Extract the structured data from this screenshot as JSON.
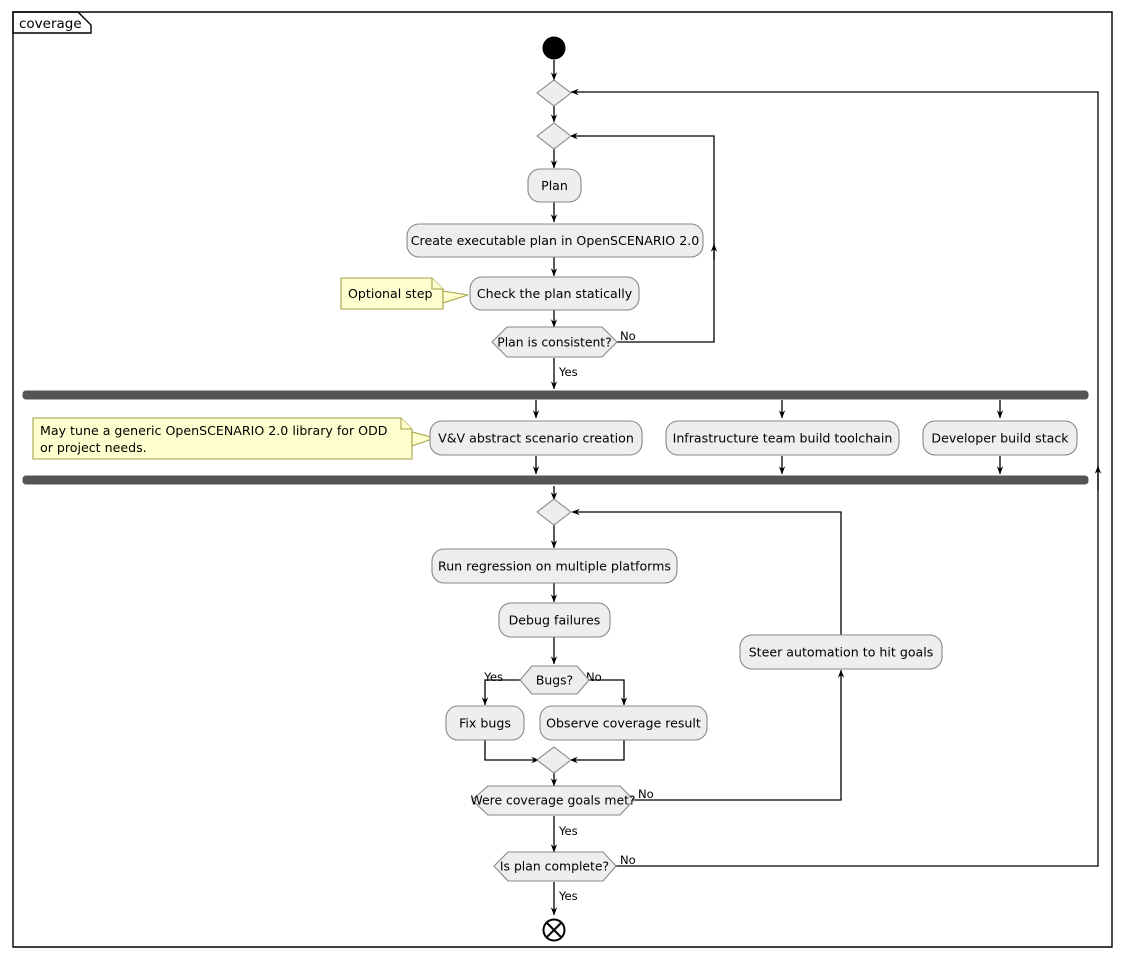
{
  "frame": {
    "label": "coverage"
  },
  "nodes": {
    "start": {
      "name": "start-node"
    },
    "merge_top_outer": {
      "name": "merge-top-outer"
    },
    "merge_top_inner": {
      "name": "merge-top-inner"
    },
    "plan": {
      "label": "Plan"
    },
    "create_plan": {
      "label": "Create executable plan in OpenSCENARIO 2.0"
    },
    "check_plan": {
      "label": "Check the plan statically"
    },
    "plan_consistent": {
      "label": "Plan is consistent?"
    },
    "vv_scenario": {
      "label": "V&V abstract scenario creation"
    },
    "infra_toolchain": {
      "label": "Infrastructure team build toolchain"
    },
    "dev_stack": {
      "label": "Developer build stack"
    },
    "merge_mid": {
      "name": "merge-mid"
    },
    "run_regression": {
      "label": "Run regression on multiple platforms"
    },
    "debug_failures": {
      "label": "Debug failures"
    },
    "bugs": {
      "label": "Bugs?"
    },
    "fix_bugs": {
      "label": "Fix bugs"
    },
    "observe_coverage": {
      "label": "Observe coverage result"
    },
    "merge_bugs": {
      "name": "merge-bugs"
    },
    "coverage_goals": {
      "label": "Were coverage goals met?"
    },
    "steer_automation": {
      "label": "Steer automation to hit goals"
    },
    "plan_complete": {
      "label": "Is plan complete?"
    },
    "end": {
      "name": "end-node"
    }
  },
  "notes": {
    "optional_step": {
      "text": "Optional step"
    },
    "library_tuning": {
      "line1": "May tune a generic OpenSCENARIO 2.0 library for ODD",
      "line2": "or project needs."
    }
  },
  "guards": {
    "plan_consistent_no": "No",
    "plan_consistent_yes": "Yes",
    "bugs_yes": "Yes",
    "bugs_no": "No",
    "coverage_goals_no": "No",
    "coverage_goals_yes": "Yes",
    "plan_complete_no": "No",
    "plan_complete_yes": "Yes"
  },
  "colors": {
    "activity_fill": "#EEEEEE",
    "activity_border": "#888888",
    "note_fill": "#FEFECE",
    "note_border": "#A3A347",
    "bar_fill": "#555555",
    "line": "#000000"
  }
}
